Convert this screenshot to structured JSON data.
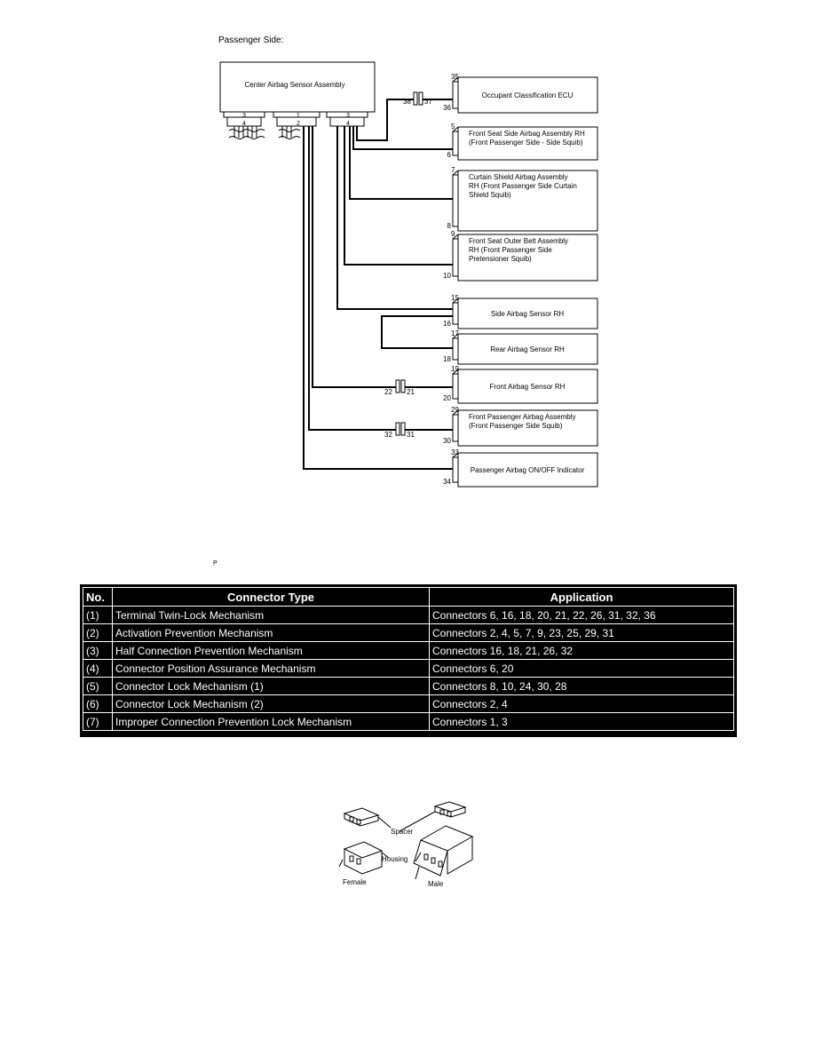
{
  "heading": "Passenger Side:",
  "stray_mark": "P",
  "diagram": {
    "ecu_label": "Center Airbag Sensor Assembly",
    "ecu_pins": [
      {
        "top": "3",
        "bottom": "4"
      },
      {
        "top": "1",
        "bottom": "2"
      },
      {
        "top": "3",
        "bottom": "4"
      }
    ],
    "components": [
      {
        "label_lines": [
          "Occupant Classification ECU"
        ],
        "pin_top": "35",
        "pin_bottom": "36"
      },
      {
        "label_lines": [
          "Front Seat Side Airbag Assembly RH",
          "(Front Passenger Side - Side Squib)"
        ],
        "pin_top": "5",
        "pin_bottom": "6"
      },
      {
        "label_lines": [
          "Curtain Shield Airbag Assembly",
          "RH (Front Passenger Side Curtain",
          "Shield Squib)"
        ],
        "pin_top": "7",
        "pin_bottom": "8"
      },
      {
        "label_lines": [
          "Front Seat Outer Belt Assembly",
          "RH (Front Passenger Side",
          "Pretensioner Squib)"
        ],
        "pin_top": "9",
        "pin_bottom": "10"
      },
      {
        "label_lines": [
          "Side Airbag Sensor RH"
        ],
        "pin_top": "15",
        "pin_bottom": "16"
      },
      {
        "label_lines": [
          "Rear Airbag Sensor RH"
        ],
        "pin_top": "17",
        "pin_bottom": "18"
      },
      {
        "label_lines": [
          "Front Airbag Sensor RH"
        ],
        "pin_top": "19",
        "pin_bottom": "20"
      },
      {
        "label_lines": [
          "Front Passenger Airbag Assembly",
          "(Front Passenger Side Squib)"
        ],
        "pin_top": "29",
        "pin_bottom": "30"
      },
      {
        "label_lines": [
          "Passenger Airbag ON/OFF Indicator"
        ],
        "pin_top": "33",
        "pin_bottom": "34"
      }
    ],
    "junctions": [
      {
        "left": "38",
        "right": "37"
      },
      {
        "left": "22",
        "right": "21"
      },
      {
        "left": "32",
        "right": "31"
      }
    ]
  },
  "table": {
    "headers": [
      "No.",
      "Connector Type",
      "Application"
    ],
    "rows": [
      [
        "(1)",
        "Terminal Twin-Lock Mechanism",
        "Connectors 6, 16, 18, 20, 21, 22, 26, 31, 32, 36"
      ],
      [
        "(2)",
        "Activation Prevention Mechanism",
        "Connectors 2, 4, 5, 7, 9, 23, 25, 29, 31"
      ],
      [
        "(3)",
        "Half Connection Prevention Mechanism",
        "Connectors 16, 18, 21, 26, 32"
      ],
      [
        "(4)",
        "Connector Position Assurance Mechanism",
        "Connectors 6, 20"
      ],
      [
        "(5)",
        "Connector Lock Mechanism (1)",
        "Connectors 8, 10, 24, 30, 28"
      ],
      [
        "(6)",
        "Connector Lock Mechanism (2)",
        "Connectors 2, 4"
      ],
      [
        "(7)",
        "Improper Connection Prevention Lock Mechanism",
        "Connectors 1, 3"
      ]
    ]
  },
  "illustration": {
    "labels": [
      "Spacer",
      "Housing",
      "Female",
      "Male"
    ]
  }
}
